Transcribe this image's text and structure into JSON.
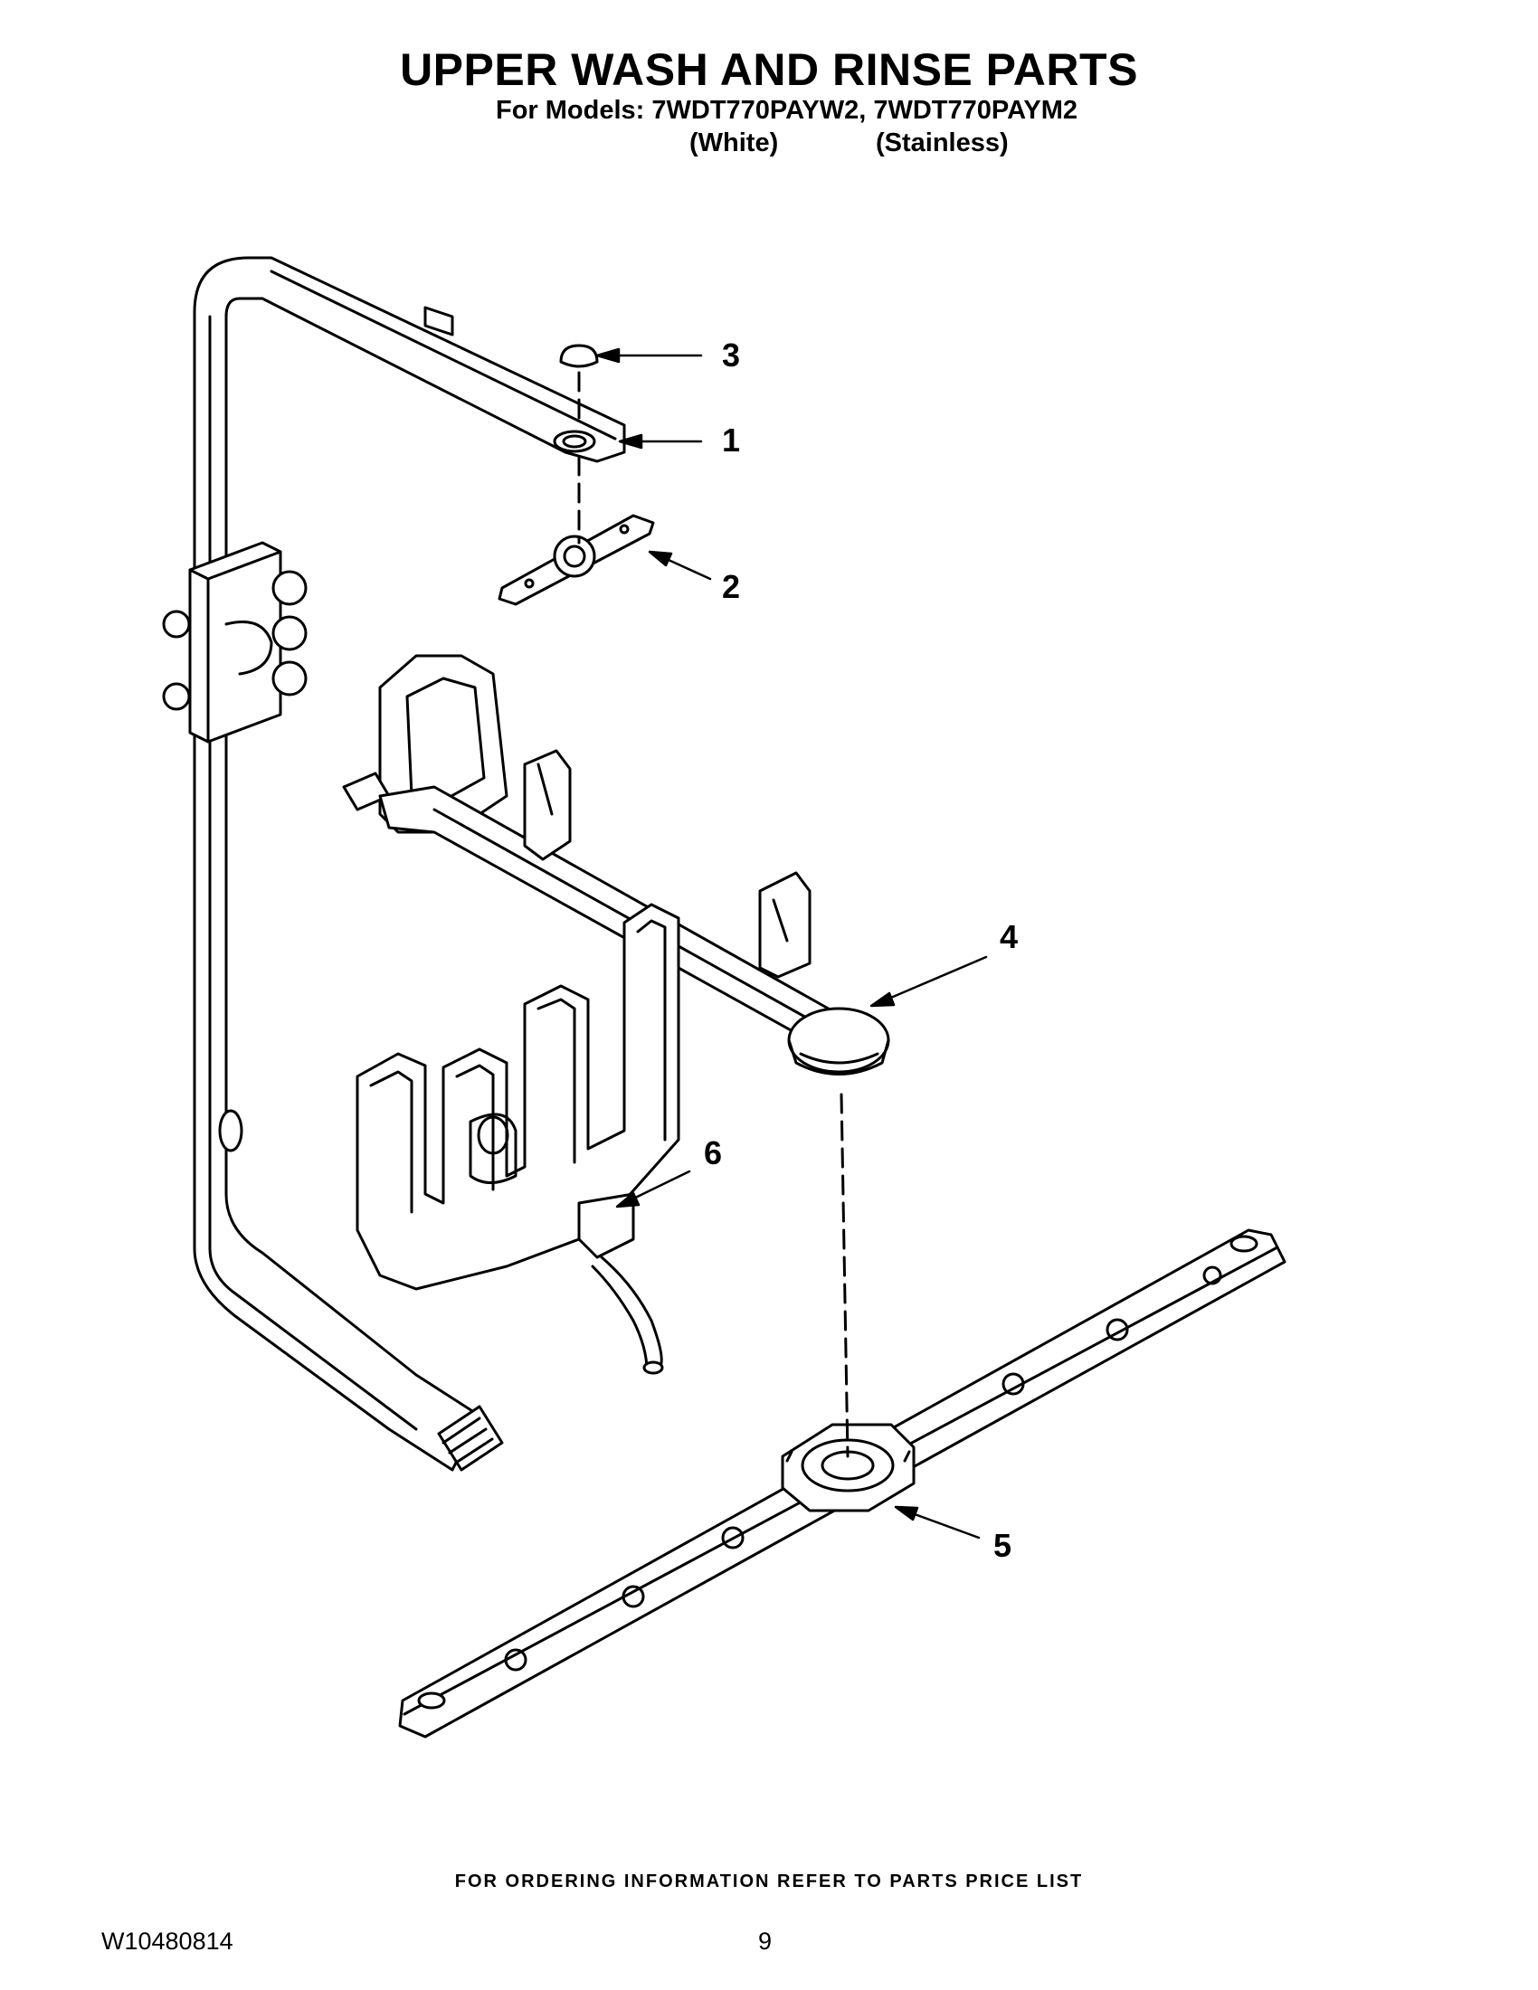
{
  "header": {
    "title": "UPPER WASH AND RINSE PARTS",
    "models_line": "For Models: 7WDT770PAYW2, 7WDT770PAYM2",
    "variant_white": "(White)",
    "variant_stainless": "(Stainless)"
  },
  "callouts": {
    "c1": "1",
    "c2": "2",
    "c3": "3",
    "c4": "4",
    "c5": "5",
    "c6": "6"
  },
  "footer": {
    "ordering_note": "FOR ORDERING INFORMATION REFER TO PARTS PRICE LIST",
    "doc_number": "W10480814",
    "page_number": "9"
  }
}
